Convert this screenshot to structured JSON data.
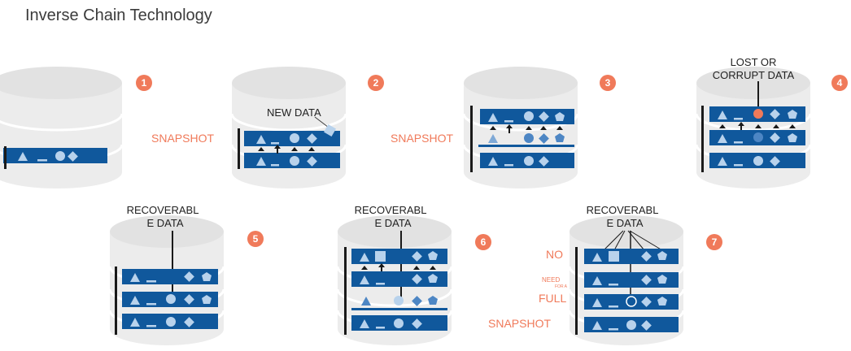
{
  "title": "Inverse Chain Technology",
  "labels": {
    "new_data": "NEW DATA",
    "snapshot": "SNAPSHOT",
    "lost_line1": "LOST OR",
    "lost_line2": "CORRUPT DATA",
    "recoverable_line1": "RECOVERABL",
    "recoverable_line2": "E DATA",
    "no": "NO",
    "need": "NEED",
    "for_a": "FOR A",
    "full": "FULL"
  },
  "steps": [
    "1",
    "2",
    "3",
    "4",
    "5",
    "6",
    "7"
  ],
  "colors": {
    "cylinder_fill": "#ececec",
    "cylinder_edge": "#e0e0e0",
    "block_blue": "#10589c",
    "badge_orange": "#f07a5a",
    "label_orange": "#f07a5a",
    "text_dark": "#222222"
  }
}
